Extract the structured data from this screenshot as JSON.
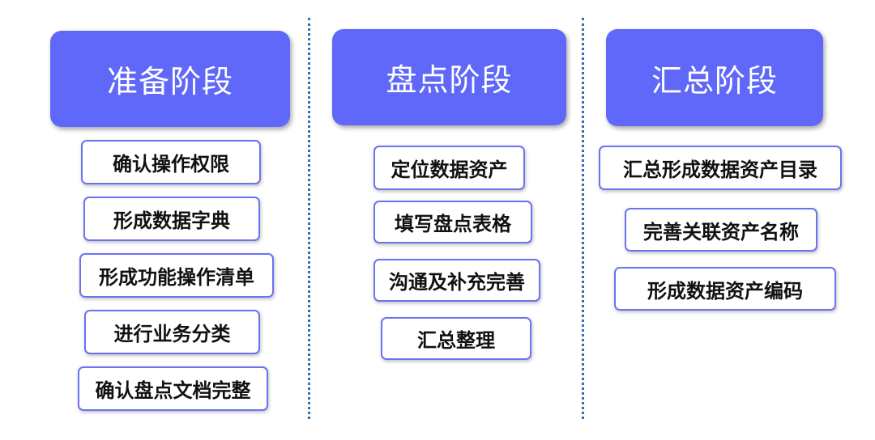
{
  "columns": [
    {
      "title": "准备阶段",
      "items": [
        "确认操作权限",
        "形成数据字典",
        "形成功能操作清单",
        "进行业务分类",
        "确认盘点文档完整"
      ]
    },
    {
      "title": "盘点阶段",
      "items": [
        "定位数据资产",
        "填写盘点表格",
        "沟通及补充完善",
        "汇总整理"
      ]
    },
    {
      "title": "汇总阶段",
      "items": [
        "汇总形成数据资产目录",
        "完善关联资产名称",
        "形成数据资产编码"
      ]
    }
  ],
  "colors": {
    "header_fill": "#5f68f8",
    "task_border": "#6b73f2",
    "divider": "#2e6fb0"
  }
}
